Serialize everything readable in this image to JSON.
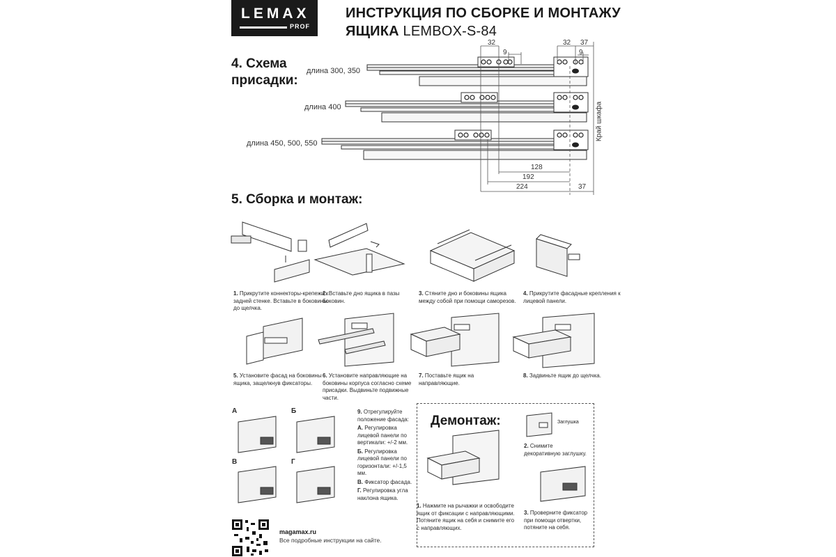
{
  "brand": {
    "name": "LEMAX",
    "sub": "PROF"
  },
  "title": {
    "line1": "ИНСТРУКЦИЯ ПО СБОРКЕ И МОНТАЖУ",
    "line2_bold": "ЯЩИКА",
    "line2_light": "LEMBOX-S-84"
  },
  "section4": {
    "heading_line1": "4. Схема",
    "heading_line2": "присадки:",
    "lengths": [
      "длина 300, 350",
      "длина 400",
      "длина 450, 500, 550"
    ],
    "top_dims": {
      "left32": "32",
      "left9": "9",
      "right32": "32",
      "right37": "37",
      "right9": "9"
    },
    "bottom_dims": {
      "d128": "128",
      "d192": "192",
      "d224": "224",
      "d37": "37"
    },
    "edge_label": "Край шкафа"
  },
  "section5": {
    "heading": "5. Сборка и монтаж:",
    "steps": [
      {
        "num": "1.",
        "text": "Прикрутите коннекторы-крепежи к задней стенке. Вставьте в боковины до щелчка."
      },
      {
        "num": "2.",
        "text": "Вставьте дно ящика в пазы боковин."
      },
      {
        "num": "3.",
        "text": "Стяните дно и боковины ящика между собой при помощи саморезов."
      },
      {
        "num": "4.",
        "text": "Прикрутите фасадные крепления к лицевой панели."
      },
      {
        "num": "5.",
        "text": "Установите фасад на боковины ящика, защелкнув фиксаторы."
      },
      {
        "num": "6.",
        "text": "Установите направляющие на боковины корпуса согласно схеме присадки. Выдвиньте подвижные части."
      },
      {
        "num": "7.",
        "text": "Поставьте ящик на направляющие."
      },
      {
        "num": "8.",
        "text": "Задвиньте ящик до щелчка."
      }
    ]
  },
  "adjust": {
    "letters": [
      "А",
      "Б",
      "В",
      "Г"
    ],
    "num": "9.",
    "intro": "Отрегулируйте положение фасада:",
    "items": [
      {
        "key": "А.",
        "text": "Регулировка лицевой панели по вертикали: +/-2 мм."
      },
      {
        "key": "Б.",
        "text": "Регулировка лицевой панели по горизонтали: +/-1,5 мм."
      },
      {
        "key": "В.",
        "text": "Фиксатор фасада."
      },
      {
        "key": "Г.",
        "text": "Регулировка угла наклона ящика."
      }
    ]
  },
  "dismount": {
    "heading": "Демонтаж:",
    "plug_label": "Заглушка",
    "steps": [
      {
        "num": "1.",
        "text": "Нажмите на рычажки и освободите ящик от фиксации с направляющими. Потяните ящик на себя и снимите его с направляющих."
      },
      {
        "num": "2.",
        "text": "Снимите декоративную заглушку."
      },
      {
        "num": "3.",
        "text": "Проверните фиксатор при помощи отвертки, потяните на себя."
      }
    ]
  },
  "footer": {
    "site": "magamax.ru",
    "note": "Все подробные инструкции на сайте."
  }
}
